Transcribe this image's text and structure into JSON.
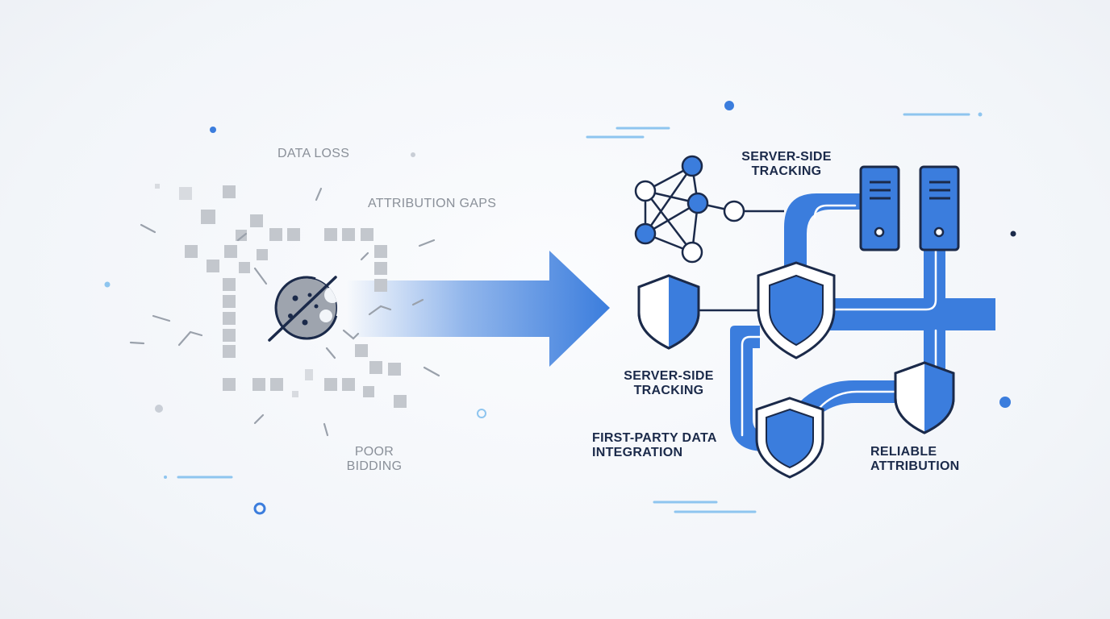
{
  "left": {
    "labels": {
      "data_loss": "DATA LOSS",
      "attribution_gaps": "ATTRIBUTION GAPS",
      "poor_bidding": "POOR\nBIDDING"
    },
    "icon": "crossed-out-cookie-icon"
  },
  "right": {
    "labels": {
      "server_side_top": "SERVER-SIDE\nTRACKING",
      "server_side_bottom": "SERVER-SIDE\nTRACKING",
      "first_party": "FIRST-PARTY DATA\nINTEGRATION",
      "reliable": "RELIABLE\nATTRIBUTION"
    },
    "icons": [
      "network-nodes-icon",
      "server-icon",
      "shield-icon"
    ]
  },
  "colors": {
    "primary": "#3b7ddd",
    "primary_dark": "#1b2a4a",
    "accent_light": "#8ec5ef",
    "muted": "#8a9099",
    "pixel_gray": "#c3c7cd"
  }
}
